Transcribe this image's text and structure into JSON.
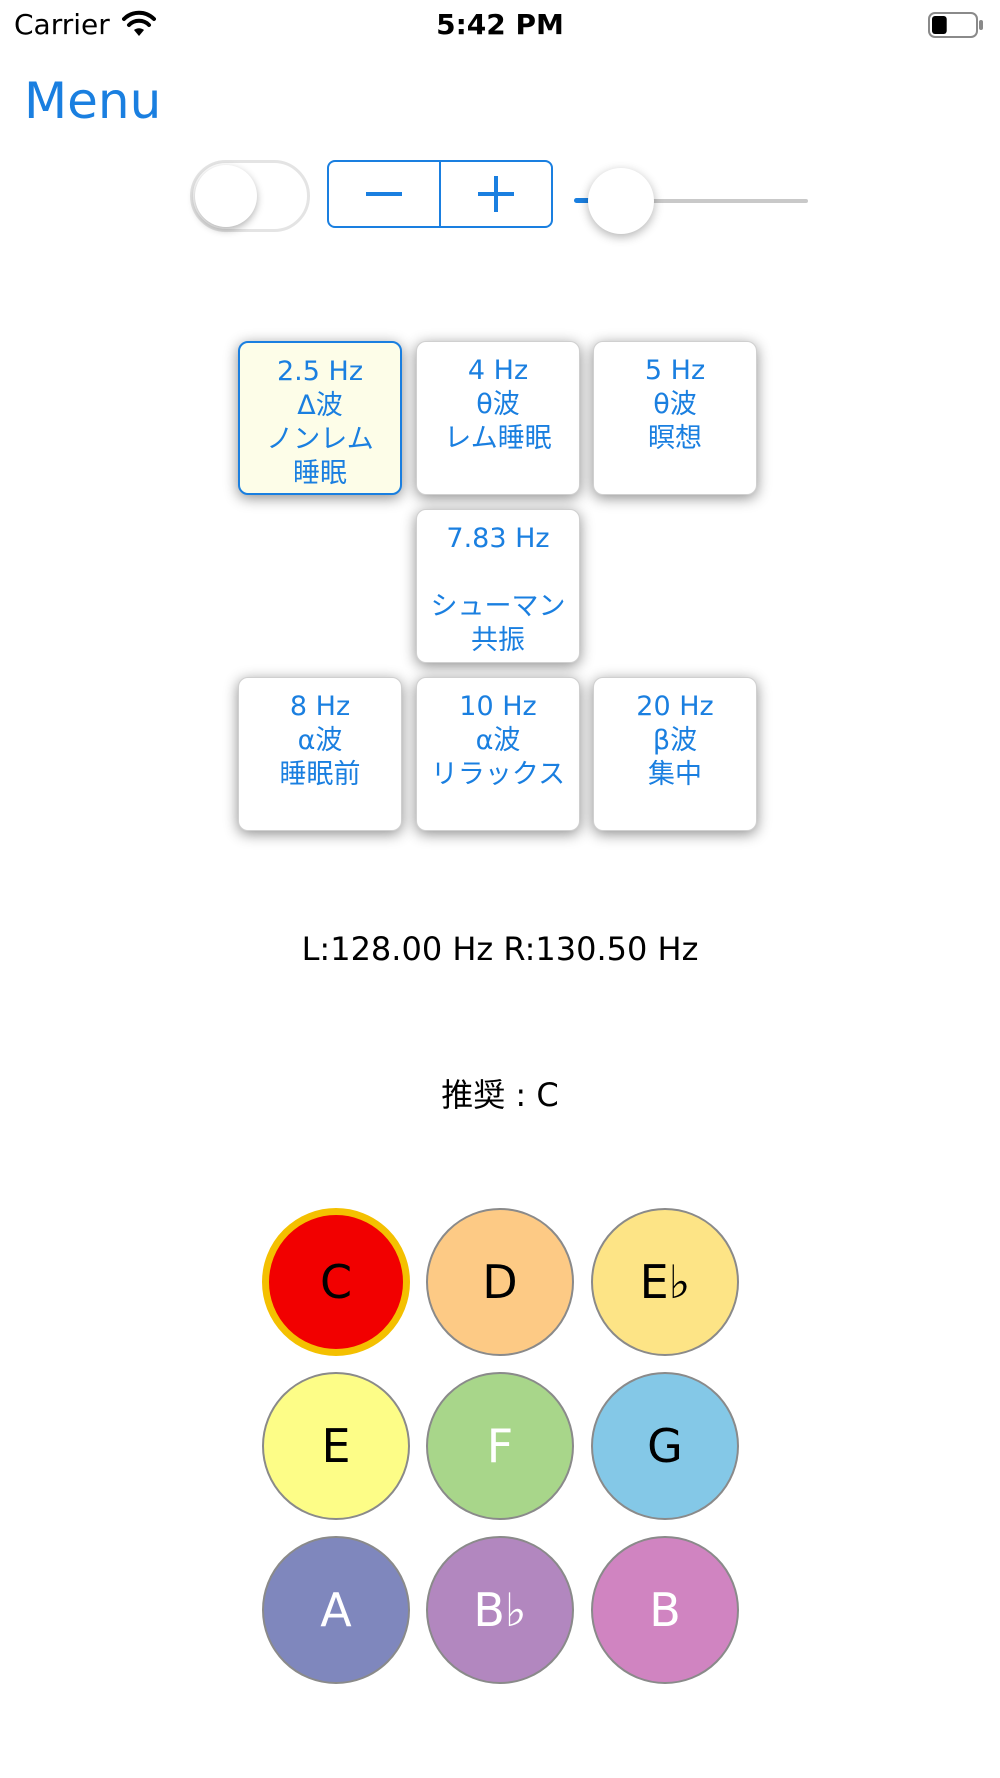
{
  "status_bar": {
    "carrier": "Carrier",
    "time": "5:42 PM",
    "battery_level": 0.35
  },
  "nav": {
    "menu_label": "Menu"
  },
  "controls": {
    "toggle_on": false,
    "stepper_minus": "−",
    "stepper_plus": "+",
    "slider_value": 0.2,
    "accent_color": "#1a7fe0"
  },
  "frequencies": [
    {
      "lines": [
        "2.5 Hz",
        "Δ波",
        "ノンレム",
        "睡眠"
      ],
      "selected": true
    },
    {
      "lines": [
        "4 Hz",
        "θ波",
        "レム睡眠",
        ""
      ],
      "selected": false
    },
    {
      "lines": [
        "5 Hz",
        "θ波",
        "瞑想",
        ""
      ],
      "selected": false
    },
    {
      "lines": [
        "7.83 Hz",
        "",
        "シューマン",
        "共振"
      ],
      "selected": false
    },
    {
      "lines": [
        "8 Hz",
        "α波",
        "睡眠前",
        ""
      ],
      "selected": false
    },
    {
      "lines": [
        "10 Hz",
        "α波",
        "リラックス",
        ""
      ],
      "selected": false
    },
    {
      "lines": [
        "20 Hz",
        "β波",
        "集中",
        ""
      ],
      "selected": false
    }
  ],
  "readout": {
    "text": "L:128.00 Hz   R:130.50 Hz"
  },
  "recommendation": {
    "text": "推奨 : C"
  },
  "notes": [
    {
      "label": "C",
      "color": "#f20000",
      "text_color": "#000000",
      "selected": true,
      "highlight_color": "#f4c000"
    },
    {
      "label": "D",
      "color": "#fdca85",
      "text_color": "#000000",
      "selected": false
    },
    {
      "label": "E♭",
      "color": "#fde486",
      "text_color": "#000000",
      "selected": false
    },
    {
      "label": "E",
      "color": "#fdfd87",
      "text_color": "#000000",
      "selected": false
    },
    {
      "label": "F",
      "color": "#a8d68a",
      "text_color": "#ffffff",
      "selected": false
    },
    {
      "label": "G",
      "color": "#84c8e7",
      "text_color": "#000000",
      "selected": false
    },
    {
      "label": "A",
      "color": "#7f87bd",
      "text_color": "#ffffff",
      "selected": false
    },
    {
      "label": "B♭",
      "color": "#b287bf",
      "text_color": "#ffffff",
      "selected": false
    },
    {
      "label": "B",
      "color": "#d084c1",
      "text_color": "#ffffff",
      "selected": false
    }
  ]
}
